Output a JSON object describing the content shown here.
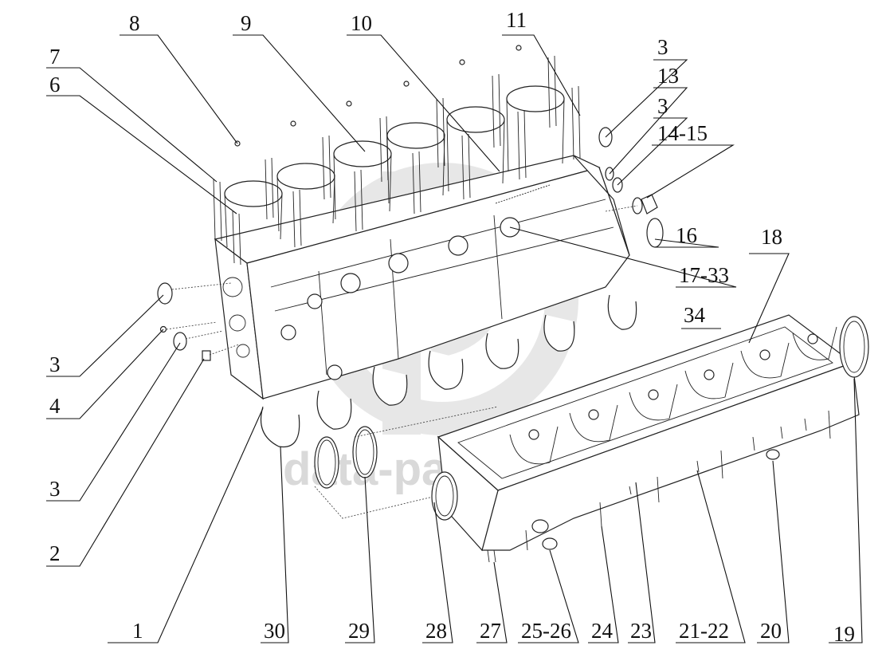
{
  "watermark": {
    "text": "data-parts",
    "color": "#cfcfcf"
  },
  "callouts": [
    {
      "id": "c8",
      "label": "8"
    },
    {
      "id": "c9",
      "label": "9"
    },
    {
      "id": "c10",
      "label": "10"
    },
    {
      "id": "c11",
      "label": "11"
    },
    {
      "id": "c7",
      "label": "7"
    },
    {
      "id": "c6",
      "label": "6"
    },
    {
      "id": "c3a",
      "label": "3"
    },
    {
      "id": "c13",
      "label": "13"
    },
    {
      "id": "c3b",
      "label": "3"
    },
    {
      "id": "c14",
      "label": "14-15"
    },
    {
      "id": "c16",
      "label": "16"
    },
    {
      "id": "c18",
      "label": "18"
    },
    {
      "id": "c17",
      "label": "17-33"
    },
    {
      "id": "c34",
      "label": "34"
    },
    {
      "id": "c3c",
      "label": "3"
    },
    {
      "id": "c4",
      "label": "4"
    },
    {
      "id": "c3d",
      "label": "3"
    },
    {
      "id": "c2",
      "label": "2"
    },
    {
      "id": "c1",
      "label": "1"
    },
    {
      "id": "c30",
      "label": "30"
    },
    {
      "id": "c29",
      "label": "29"
    },
    {
      "id": "c28",
      "label": "28"
    },
    {
      "id": "c27",
      "label": "27"
    },
    {
      "id": "c25",
      "label": "25-26"
    },
    {
      "id": "c24",
      "label": "24"
    },
    {
      "id": "c23",
      "label": "23"
    },
    {
      "id": "c21",
      "label": "21-22"
    },
    {
      "id": "c20",
      "label": "20"
    },
    {
      "id": "c19",
      "label": "19"
    }
  ]
}
